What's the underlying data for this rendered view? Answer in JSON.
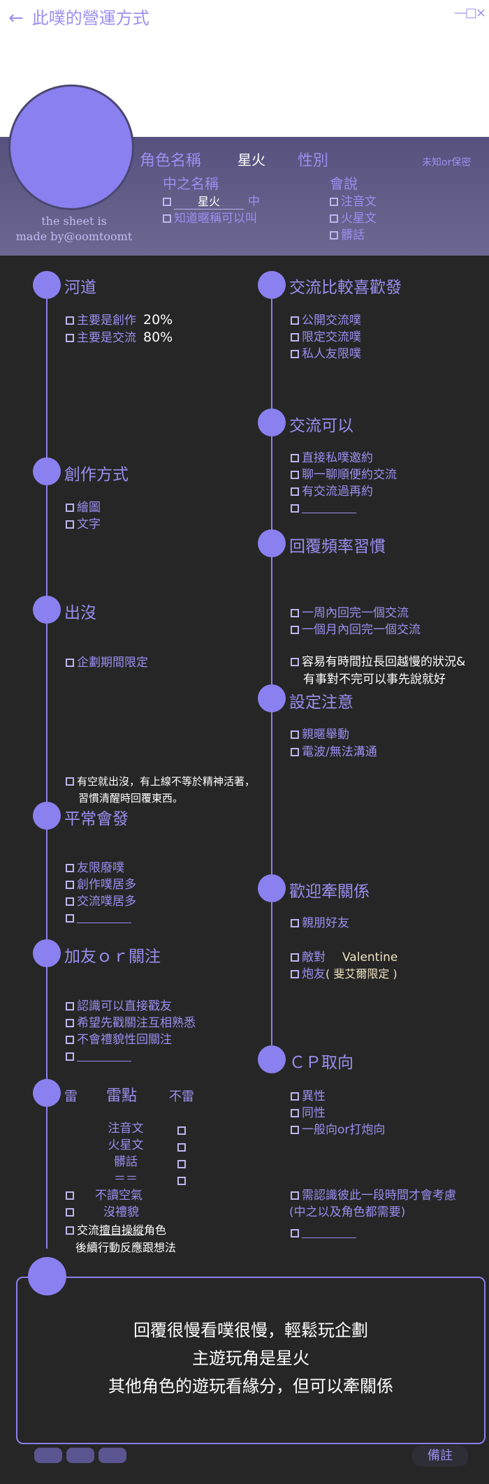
{
  "header": {
    "title": "此噗的營運方式",
    "window_controls": "—□×",
    "credit_line1": "the sheet is",
    "credit_line2": "made by@oomtoomt"
  },
  "profile": {
    "char_name_label": "角色名稱",
    "char_name_value": "星火",
    "gender_label": "性別",
    "gender_value": "未知or保密",
    "pl_name_label": "中之名稱",
    "pl_name_value": "星火",
    "pl_name_suffix": "中",
    "nickname_option": "知道暱稱可以叫",
    "speaks_label": "會說",
    "languages": [
      "注音文",
      "火星文",
      "髒話"
    ]
  },
  "left": {
    "river": {
      "title": "河道",
      "items": [
        {
          "label": "主要是創作",
          "value": "20%"
        },
        {
          "label": "主要是交流",
          "value": "80%"
        }
      ]
    },
    "creation": {
      "title": "創作方式",
      "items": [
        "繪圖",
        "文字"
      ]
    },
    "appear": {
      "title": "出沒",
      "items": [
        "企劃期間限定"
      ],
      "note_line1": "有空就出沒，有上線不等於精神活著，",
      "note_line2": "習慣清醒時回覆東西。"
    },
    "usual": {
      "title": "平常會發",
      "items": [
        "友限廢噗",
        "創作噗居多",
        "交流噗居多"
      ]
    },
    "friend": {
      "title": "加友ｏｒ關注",
      "items": [
        "認識可以直接戳友",
        "希望先戳關注互相熟悉",
        "不會禮貌性回關注"
      ]
    },
    "mine": {
      "title": "雷",
      "col_mine": "雷點",
      "col_notmine": "不雷",
      "rows": [
        "注音文",
        "火星文",
        "髒話",
        "＝＝"
      ],
      "checked_items": [
        "不讀空氣",
        "沒禮貌"
      ],
      "last_line1_pre": "交流",
      "last_line1_underlined": "擅自操縱",
      "last_line1_post": "角色",
      "last_line2": "後續行動反應跟想法"
    }
  },
  "right": {
    "prefer": {
      "title": "交流比較喜歡發",
      "items": [
        "公開交流噗",
        "限定交流噗",
        "私人友限噗"
      ]
    },
    "okay": {
      "title": "交流可以",
      "items": [
        "直接私噗邀約",
        "聊一聊順便約交流",
        "有交流過再約"
      ]
    },
    "reply": {
      "title": "回覆頻率習慣",
      "items": [
        "一周內回完一個交流",
        "一個月內回完一個交流"
      ],
      "note_line1": "容易有時間拉長回越慢的狀況&",
      "note_line2": "有事對不完可以事先說就好"
    },
    "setting": {
      "title": "設定注意",
      "items": [
        "親暱舉動",
        "電波/無法溝通"
      ]
    },
    "relations": {
      "title": "歡迎牽關係",
      "items": [
        "親朋好友",
        "敵對",
        "炮友"
      ],
      "enemy_value": "Valentine",
      "gun_note": "( 斐艾爾限定 )"
    },
    "cp": {
      "title": "ＣＰ取向",
      "items": [
        "異性",
        "同性",
        "一般向or打炮向"
      ],
      "note_line1": "需認識彼此一段時間才會考慮",
      "note_line2": "(中之以及角色都需要)"
    }
  },
  "notes": {
    "line1": "回覆很慢看噗很慢，輕鬆玩企劃",
    "line2": "主遊玩角是星火",
    "line3": "其他角色的遊玩看緣分，但可以牽關係",
    "tab_label": "備註"
  }
}
